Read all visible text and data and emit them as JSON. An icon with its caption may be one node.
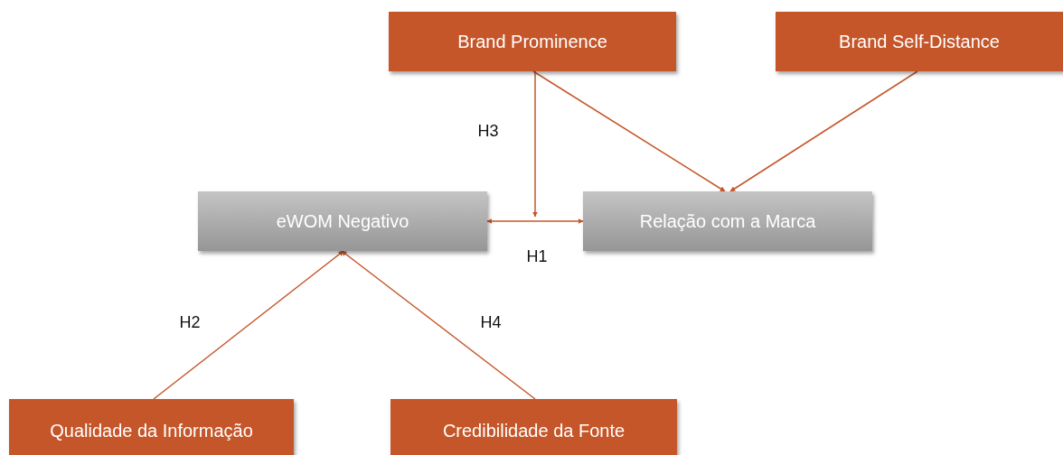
{
  "diagram": {
    "nodes": [
      {
        "text": [
          "Brand Prominence"
        ]
      },
      {
        "text": [
          "Brand Self-Distance"
        ]
      },
      {
        "text": [
          "eWOM Negativo"
        ]
      },
      {
        "text": [
          "Relação com a Marca"
        ]
      },
      {
        "text": [
          "Qualidade da Informação"
        ]
      },
      {
        "text": [
          "Credibilidade da Fonte"
        ]
      }
    ],
    "edges": [
      {
        "from": 0,
        "to": 3,
        "arrow": "to"
      },
      {
        "from": 1,
        "to": 3,
        "arrow": "to"
      },
      {
        "from": 2,
        "to": 3,
        "arrow": "both",
        "label": "H1"
      },
      {
        "from": 0,
        "to": null,
        "arrow": "to",
        "label": "H3"
      },
      {
        "from": 4,
        "to": 2,
        "arrow": "to",
        "label": "H2"
      },
      {
        "from": 5,
        "to": 2,
        "arrow": "to",
        "label": "H4"
      }
    ]
  }
}
